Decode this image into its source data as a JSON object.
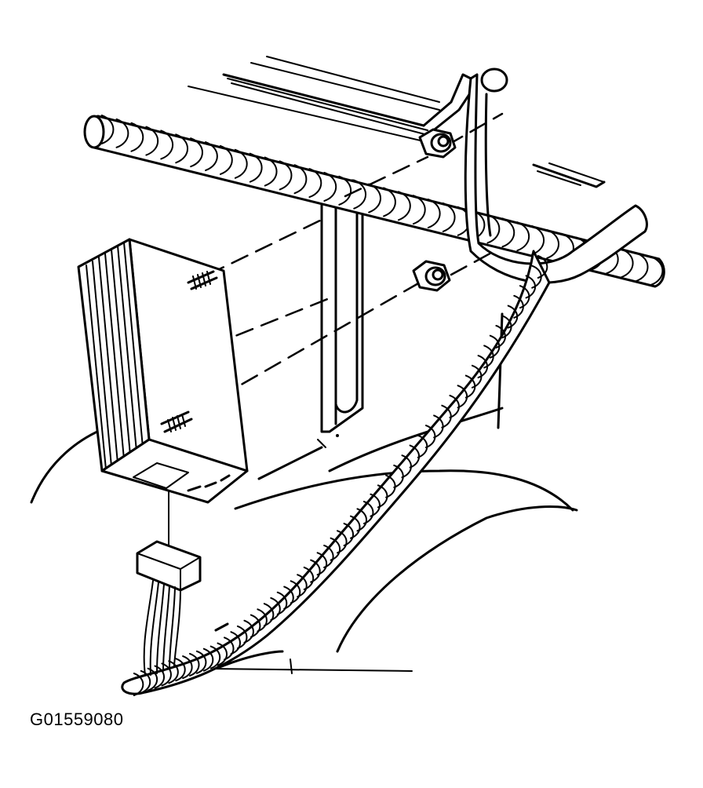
{
  "figure": {
    "id_label": "G01559080"
  },
  "components": {
    "module": "control-module",
    "fasteners": [
      "upper-nut",
      "lower-nut",
      "upper-stud",
      "lower-stud"
    ],
    "harness": "wrapped-wiring-harness",
    "connector": "harness-connector",
    "bracket": "mounting-bracket",
    "crossbar": "wrapped-crossbar-tube"
  }
}
